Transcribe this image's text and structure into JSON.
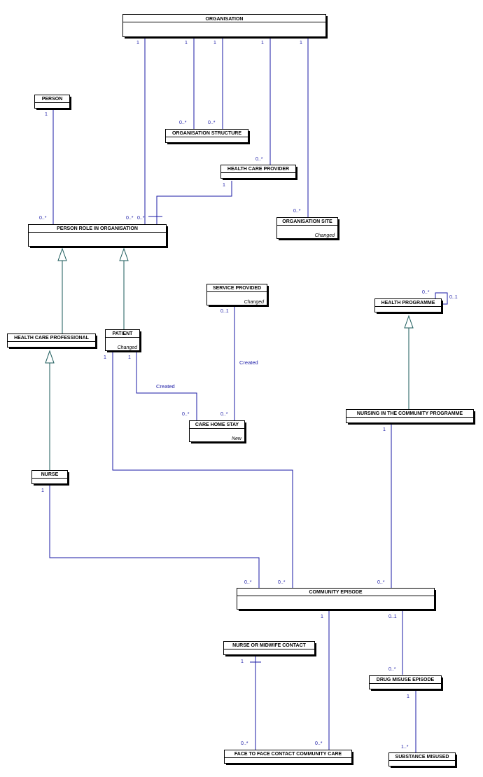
{
  "classes": {
    "organisation": {
      "name": "ORGANISATION",
      "note": ""
    },
    "person": {
      "name": "PERSON",
      "note": ""
    },
    "organisation_structure": {
      "name": "ORGANISATION STRUCTURE",
      "note": ""
    },
    "health_care_provider": {
      "name": "HEALTH CARE PROVIDER",
      "note": ""
    },
    "organisation_site": {
      "name": "ORGANISATION SITE",
      "note": "Changed"
    },
    "person_role": {
      "name": "PERSON ROLE IN ORGANISATION",
      "note": ""
    },
    "service_provided": {
      "name": "SERVICE PROVIDED",
      "note": "Changed"
    },
    "health_programme": {
      "name": "HEALTH PROGRAMME",
      "note": ""
    },
    "health_care_professional": {
      "name": "HEALTH CARE PROFESSIONAL",
      "note": ""
    },
    "patient": {
      "name": "PATIENT",
      "note": "Changed"
    },
    "care_home_stay": {
      "name": "CARE HOME STAY",
      "note": "New"
    },
    "nursing_programme": {
      "name": "NURSING IN THE COMMUNITY PROGRAMME",
      "note": ""
    },
    "nurse": {
      "name": "NURSE",
      "note": ""
    },
    "community_episode": {
      "name": "COMMUNITY EPISODE",
      "note": ""
    },
    "nurse_midwife_contact": {
      "name": "NURSE OR MIDWIFE CONTACT",
      "note": ""
    },
    "drug_misuse_episode": {
      "name": "DRUG MISUSE EPISODE",
      "note": ""
    },
    "face_to_face": {
      "name": "FACE TO FACE CONTACT COMMUNITY CARE",
      "note": ""
    },
    "substance_misused": {
      "name": "SUBSTANCE MISUSED",
      "note": ""
    }
  },
  "multiplicities": {
    "org_role_1": "1",
    "org_struct_a_1": "1",
    "org_struct_b_1": "1",
    "org_hcp_1": "1",
    "org_site_1": "1",
    "struct_a_many": "0..*",
    "struct_b_many": "0..*",
    "hcp_many": "0..*",
    "site_many": "0..*",
    "person_1": "1",
    "role_person_many": "0..*",
    "role_org_many": "0..*",
    "role_hcp_many": "0..*",
    "hcp_role_1": "1",
    "service_01": "0..1",
    "stay_service_many": "0..*",
    "stay_patient_many": "0..*",
    "patient_stay_1": "1",
    "patient_episode_1": "1",
    "programme_self_many": "0..*",
    "programme_self_01": "0..1",
    "nursing_prog_1": "1",
    "nurse_1": "1",
    "episode_nurse_many": "0..*",
    "episode_patient_many": "0..*",
    "episode_prog_many": "0..*",
    "episode_f2f_1": "1",
    "episode_drug_01": "0..1",
    "contact_1": "1",
    "f2f_contact_many": "0..*",
    "f2f_episode_many": "0..*",
    "drug_many": "0..*",
    "drug_subst_1": "1",
    "subst_many": "1..*"
  },
  "labels": {
    "created_service": "Created",
    "created_patient": "Created"
  },
  "colors": {
    "association": "#1a1aa6",
    "generalization": "#1a5a5a"
  }
}
